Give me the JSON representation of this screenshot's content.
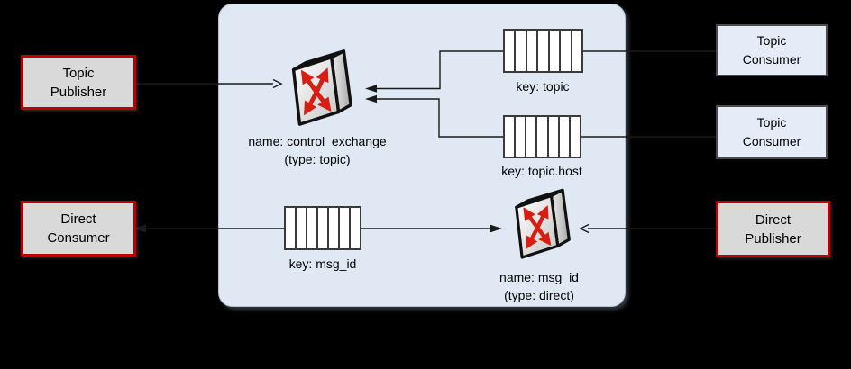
{
  "palette": {
    "background": "#000000",
    "broker_fill": "#dfe8f3",
    "accent_red_border": "#c00000",
    "red_node_fill": "#d9d9d9",
    "blue_node_fill": "#e5ecf7",
    "exchange_arrow_red": "#d81e12",
    "line_color": "#1a1a1a"
  },
  "icons": {
    "exchange": "crossed-arrows-switch-icon",
    "queue": "slotted-queue-icon"
  },
  "nodes": {
    "topic_publisher": {
      "lines": [
        "Topic",
        "Publisher"
      ]
    },
    "direct_consumer": {
      "lines": [
        "Direct",
        "Consumer"
      ]
    },
    "topic_consumer_1": {
      "lines": [
        "Topic",
        "Consumer"
      ]
    },
    "topic_consumer_2": {
      "lines": [
        "Topic",
        "Consumer"
      ]
    },
    "direct_publisher": {
      "lines": [
        "Direct",
        "Publisher"
      ]
    },
    "control_exchange": {
      "name": "name: control_exchange",
      "type": "(type: topic)"
    },
    "msg_id_exchange": {
      "name": "name: msg_id",
      "type": "(type: direct)"
    },
    "queue_topic": {
      "label": "key: topic",
      "slots": 7
    },
    "queue_topic_host": {
      "label": "key: topic.host",
      "slots": 7
    },
    "queue_msg_id": {
      "label": "key: msg_id",
      "slots": 7
    }
  }
}
